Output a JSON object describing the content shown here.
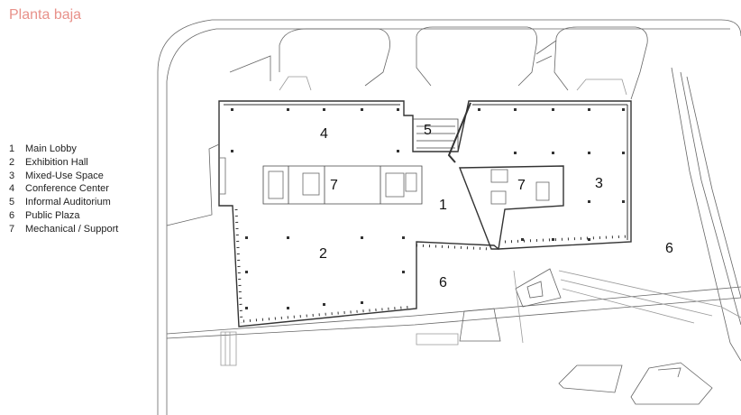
{
  "title": "Planta baja",
  "legend": [
    {
      "num": "1",
      "label": "Main Lobby"
    },
    {
      "num": "2",
      "label": "Exhibition Hall"
    },
    {
      "num": "3",
      "label": "Mixed-Use Space"
    },
    {
      "num": "4",
      "label": "Conference Center"
    },
    {
      "num": "5",
      "label": "Informal Auditorium"
    },
    {
      "num": "6",
      "label": "Public Plaza"
    },
    {
      "num": "7",
      "label": "Mechanical / Support"
    }
  ],
  "plan_labels": [
    "4",
    "5",
    "7",
    "1",
    "7",
    "3",
    "2",
    "6",
    "6"
  ],
  "colors": {
    "title": "#e8918a",
    "line": "#555555",
    "text": "#111111"
  }
}
